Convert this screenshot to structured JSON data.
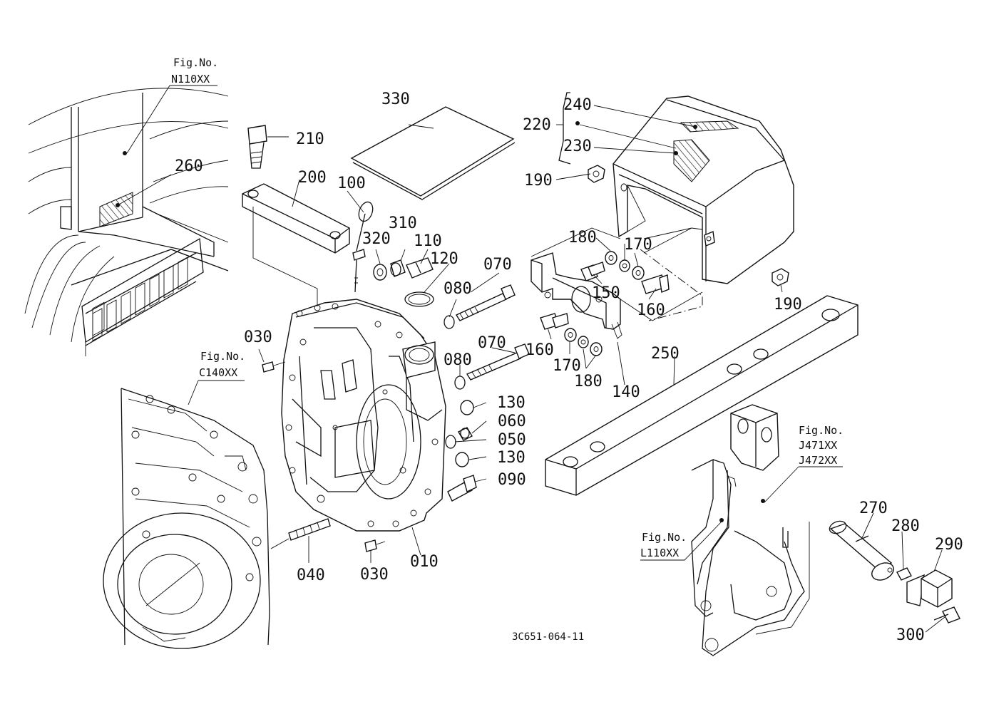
{
  "parts": [
    {
      "id": "p330",
      "label": "330"
    },
    {
      "id": "p240",
      "label": "240"
    },
    {
      "id": "p220",
      "label": "220"
    },
    {
      "id": "p230",
      "label": "230"
    },
    {
      "id": "p210",
      "label": "210"
    },
    {
      "id": "p260",
      "label": "260"
    },
    {
      "id": "p200",
      "label": "200"
    },
    {
      "id": "p100",
      "label": "100"
    },
    {
      "id": "p190a",
      "label": "190"
    },
    {
      "id": "p310",
      "label": "310"
    },
    {
      "id": "p110",
      "label": "110"
    },
    {
      "id": "p320",
      "label": "320"
    },
    {
      "id": "p120",
      "label": "120"
    },
    {
      "id": "p180a",
      "label": "180"
    },
    {
      "id": "p170a",
      "label": "170"
    },
    {
      "id": "p070a",
      "label": "070"
    },
    {
      "id": "p080a",
      "label": "080"
    },
    {
      "id": "p150",
      "label": "150"
    },
    {
      "id": "p160a",
      "label": "160"
    },
    {
      "id": "p190b",
      "label": "190"
    },
    {
      "id": "p030a",
      "label": "030"
    },
    {
      "id": "p070b",
      "label": "070"
    },
    {
      "id": "p160b",
      "label": "160"
    },
    {
      "id": "p080b",
      "label": "080"
    },
    {
      "id": "p250",
      "label": "250"
    },
    {
      "id": "p170b",
      "label": "170"
    },
    {
      "id": "p180b",
      "label": "180"
    },
    {
      "id": "p140",
      "label": "140"
    },
    {
      "id": "p130a",
      "label": "130"
    },
    {
      "id": "p060",
      "label": "060"
    },
    {
      "id": "p050",
      "label": "050"
    },
    {
      "id": "p130b",
      "label": "130"
    },
    {
      "id": "p090",
      "label": "090"
    },
    {
      "id": "p270",
      "label": "270"
    },
    {
      "id": "p280",
      "label": "280"
    },
    {
      "id": "p290",
      "label": "290"
    },
    {
      "id": "p040",
      "label": "040"
    },
    {
      "id": "p030b",
      "label": "030"
    },
    {
      "id": "p010",
      "label": "010"
    },
    {
      "id": "p300",
      "label": "300"
    }
  ],
  "figure_refs": [
    {
      "id": "figN110",
      "caption": "Fig.No.",
      "code": "N110XX"
    },
    {
      "id": "figC140",
      "caption": "Fig.No.",
      "code": "C140XX"
    },
    {
      "id": "figJ47",
      "caption": "Fig.No.",
      "code": "J471XX",
      "code2": "J472XX"
    },
    {
      "id": "figL110",
      "caption": "Fig.No.",
      "code": "L110XX"
    }
  ],
  "drawing_code": "3C651-064-11"
}
